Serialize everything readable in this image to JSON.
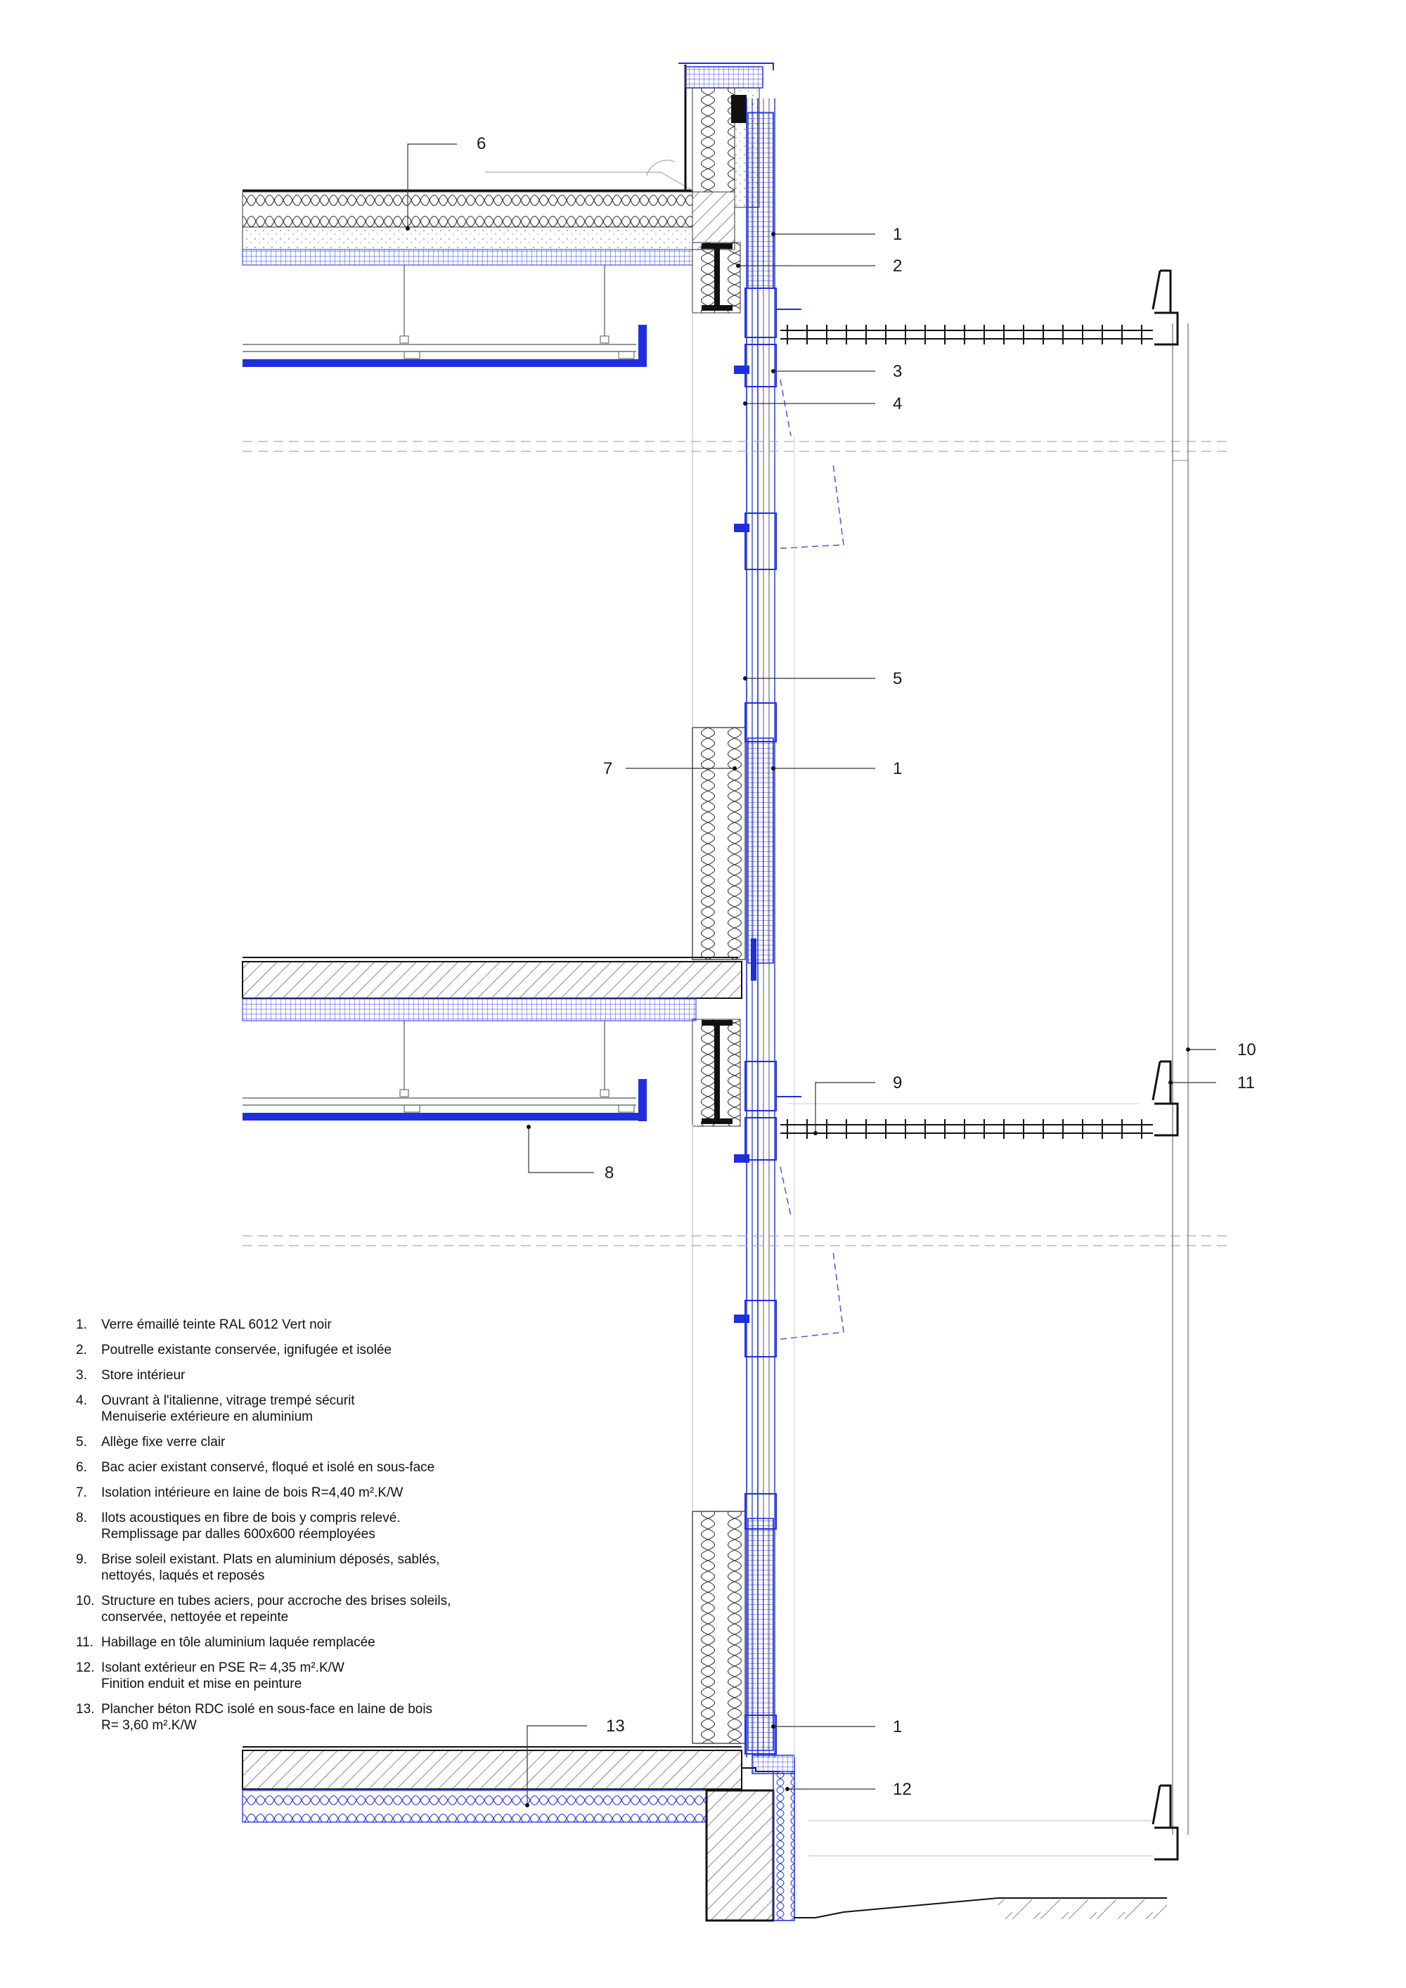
{
  "callouts": {
    "c6": "6",
    "c1a": "1",
    "c2": "2",
    "c3": "3",
    "c4": "4",
    "c5": "5",
    "c7": "7",
    "c1b": "1",
    "c10": "10",
    "c9": "9",
    "c11": "11",
    "c8": "8",
    "c13": "13",
    "c1c": "1",
    "c12": "12"
  },
  "legend": [
    {
      "num": "1.",
      "text": "Verre émaillé teinte RAL 6012 Vert noir"
    },
    {
      "num": "2.",
      "text": "Poutrelle existante conservée, ignifugée et isolée"
    },
    {
      "num": "3.",
      "text": "Store intérieur"
    },
    {
      "num": "4.",
      "text": "Ouvrant à l'italienne, vitrage trempé sécurit\nMenuiserie extérieure en aluminium"
    },
    {
      "num": "5.",
      "text": "Allège fixe verre clair"
    },
    {
      "num": "6.",
      "text": "Bac acier existant conservé, floqué et isolé en sous-face"
    },
    {
      "num": "7.",
      "text": "Isolation intérieure en laine de bois R=4,40 m².K/W"
    },
    {
      "num": "8.",
      "text": "Ilots acoustiques en fibre de bois y compris relevé.\nRemplissage par dalles 600x600 réemployées"
    },
    {
      "num": "9.",
      "text": "Brise soleil existant. Plats en aluminium déposés, sablés,\nnettoyés, laqués et reposés"
    },
    {
      "num": "10.",
      "text": "Structure en tubes aciers, pour accroche des brises soleils,\nconservée, nettoyée et repeinte"
    },
    {
      "num": "11.",
      "text": "Habillage en tôle aluminium laquée remplacée"
    },
    {
      "num": "12.",
      "text": "Isolant extérieur en PSE R= 4,35 m².K/W\nFinition enduit et mise en peinture"
    },
    {
      "num": "13.",
      "text": "Plancher béton RDC isolé en sous-face en laine de bois\nR= 3,60 m².K/W"
    }
  ],
  "colors": {
    "ink": "#1a1a1a",
    "accent_blue": "#1f2ee0",
    "light_line": "#9a9a9a",
    "hatch": "#555555"
  }
}
